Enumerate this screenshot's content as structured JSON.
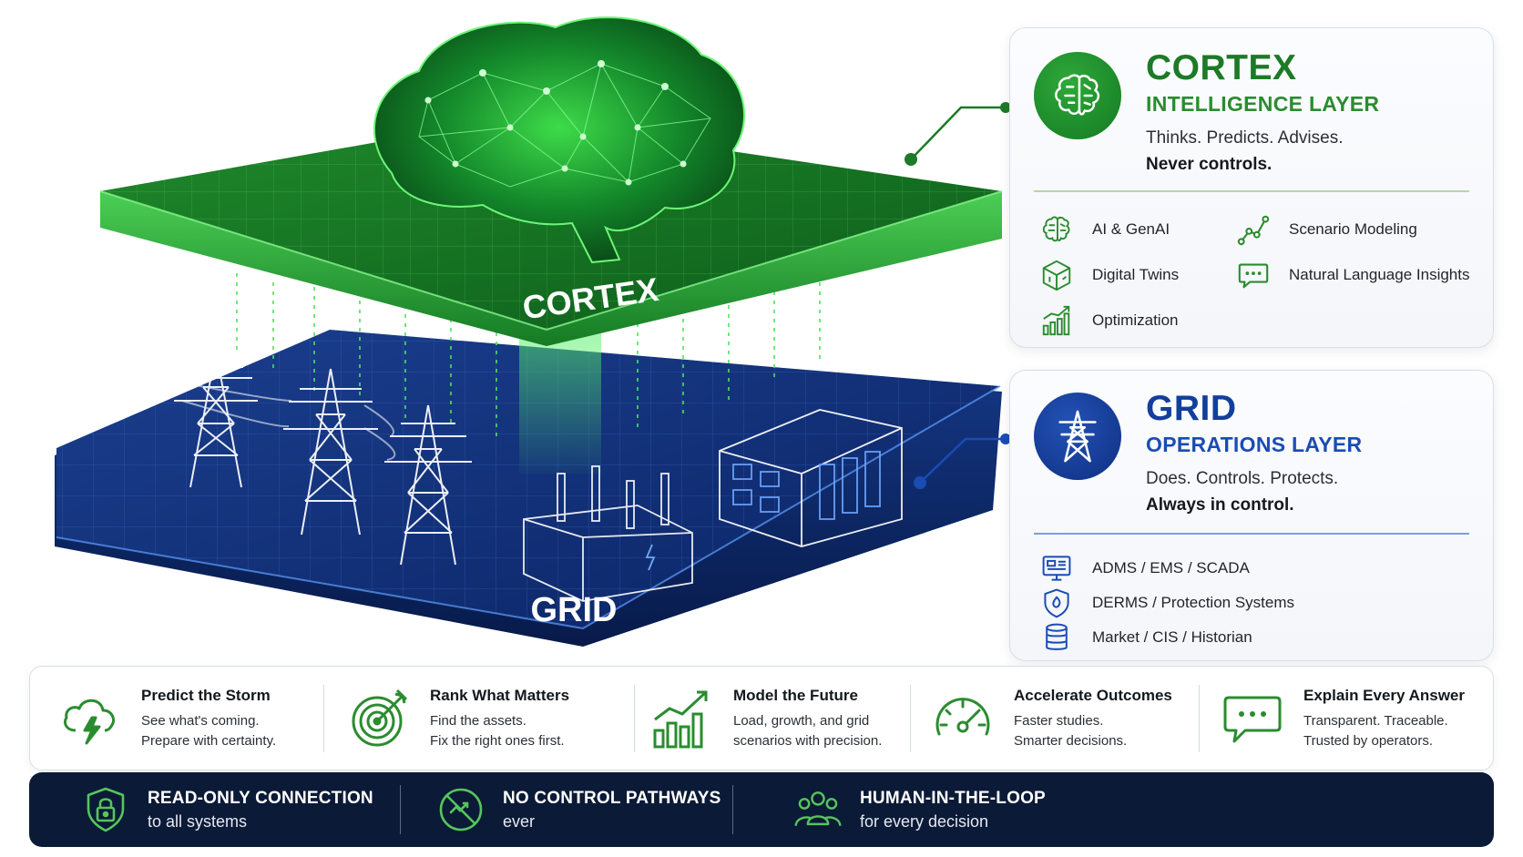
{
  "illustration": {
    "cortex_label": "CORTEX",
    "grid_label": "GRID"
  },
  "cortex_card": {
    "title": "CORTEX",
    "subtitle": "INTELLIGENCE LAYER",
    "tagline": "Thinks. Predicts. Advises.",
    "tagline_bold": "Never controls.",
    "features": [
      {
        "label": "AI & GenAI",
        "icon": "brain-icon"
      },
      {
        "label": "Scenario Modeling",
        "icon": "trend-line-icon"
      },
      {
        "label": "Digital Twins",
        "icon": "cube-icon"
      },
      {
        "label": "Natural Language Insights",
        "icon": "chat-icon"
      },
      {
        "label": "Optimization",
        "icon": "bar-chart-icon"
      }
    ]
  },
  "grid_card": {
    "title": "GRID",
    "subtitle": "OPERATIONS LAYER",
    "tagline": "Does. Controls. Protects.",
    "tagline_bold": "Always in control.",
    "features": [
      {
        "label": "ADMS / EMS / SCADA",
        "icon": "monitor-icon"
      },
      {
        "label": "DERMS / Protection Systems",
        "icon": "shield-icon"
      },
      {
        "label": "Market / CIS / Historian",
        "icon": "database-icon"
      }
    ]
  },
  "benefits": [
    {
      "title": "Predict the Storm",
      "line1": "See what's coming.",
      "line2": "Prepare with certainty.",
      "icon": "storm-cloud-icon"
    },
    {
      "title": "Rank What Matters",
      "line1": "Find the assets.",
      "line2": "Fix the right ones first.",
      "icon": "target-icon"
    },
    {
      "title": "Model the Future",
      "line1": "Load, growth, and grid",
      "line2": "scenarios with precision.",
      "icon": "growth-chart-icon"
    },
    {
      "title": "Accelerate Outcomes",
      "line1": "Faster studies.",
      "line2": "Smarter decisions.",
      "icon": "speedometer-icon"
    },
    {
      "title": "Explain Every Answer",
      "line1": "Transparent. Traceable.",
      "line2": "Trusted by operators.",
      "icon": "speech-bubble-icon"
    }
  ],
  "footer": [
    {
      "title": "READ-ONLY CONNECTION",
      "sub": "to all systems",
      "icon": "lock-shield-icon"
    },
    {
      "title": "NO CONTROL PATHWAYS",
      "sub": "ever",
      "icon": "no-control-icon"
    },
    {
      "title": "HUMAN-IN-THE-LOOP",
      "sub": "for every decision",
      "icon": "people-icon"
    }
  ],
  "colors": {
    "cortex_green": "#1d7a26",
    "grid_blue": "#123f9c",
    "footer_navy": "#0b1a36",
    "accent_green": "#2fa83a"
  }
}
